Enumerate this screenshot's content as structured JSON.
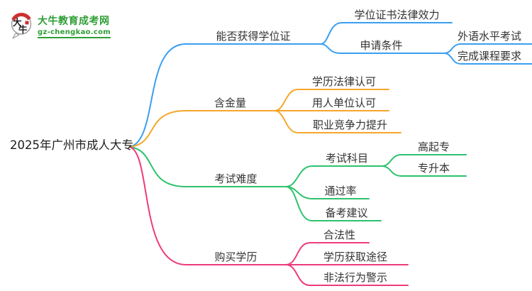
{
  "logo": {
    "mark_char_top": "大",
    "mark_char_bottom": "牛",
    "site_name": "大牛教育成考网",
    "site_url": "gz-chengkao.com",
    "brand_green": "#2f9e36",
    "brand_red": "#cd3030"
  },
  "root": {
    "label": "2025年广州市成人大专"
  },
  "branches": [
    {
      "label": "能否获得学位证",
      "color": "#3b9ff0",
      "children": [
        {
          "label": "学位证书法律效力"
        },
        {
          "label": "申请条件",
          "children": [
            {
              "label": "外语水平考试"
            },
            {
              "label": "完成课程要求"
            }
          ]
        }
      ]
    },
    {
      "label": "含金量",
      "color": "#f7a62a",
      "children": [
        {
          "label": "学历法律认可"
        },
        {
          "label": "用人单位认可"
        },
        {
          "label": "职业竞争力提升"
        }
      ]
    },
    {
      "label": "考试难度",
      "color": "#2dc26e",
      "children": [
        {
          "label": "考试科目",
          "children": [
            {
              "label": "高起专"
            },
            {
              "label": "专升本"
            }
          ]
        },
        {
          "label": "通过率"
        },
        {
          "label": "备考建议"
        }
      ]
    },
    {
      "label": "购买学历",
      "color": "#ef3a7d",
      "children": [
        {
          "label": "合法性"
        },
        {
          "label": "学历获取途径"
        },
        {
          "label": "非法行为警示"
        }
      ]
    }
  ]
}
